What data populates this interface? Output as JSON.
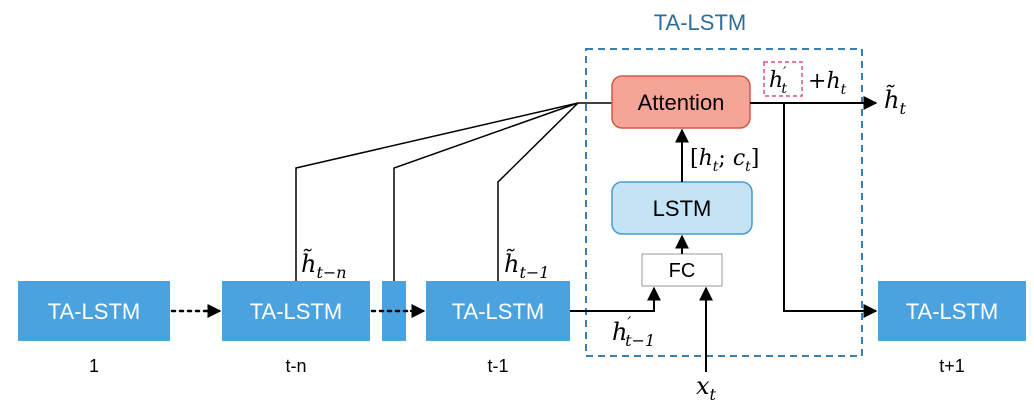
{
  "frame": {
    "title": "TA-LSTM"
  },
  "blocks": {
    "b1": {
      "label": "TA-LSTM",
      "step": "1"
    },
    "btn": {
      "label": "TA-LSTM",
      "step": "t-n"
    },
    "bt1": {
      "label": "TA-LSTM",
      "step": "t-1"
    },
    "btp1": {
      "label": "TA-LSTM",
      "step": "t+1"
    }
  },
  "inner": {
    "attention": "Attention",
    "lstm": "LSTM",
    "fc": "FC"
  },
  "math": {
    "h_tilde_tn": {
      "base": "h̃",
      "sub": "t−n"
    },
    "h_tilde_t1": {
      "base": "h̃",
      "sub": "t−1"
    },
    "h_prime_t1": {
      "base": "h",
      "sup": "′",
      "sub": "t−1"
    },
    "h_prime_t": {
      "base": "h",
      "sup": "′",
      "sub": "t"
    },
    "plus_ht": {
      "prefix": "+",
      "base": "h",
      "sub": "t"
    },
    "concat": {
      "open": "[",
      "base1": "h",
      "sub1": "t",
      "sep": "; ",
      "base2": "c",
      "sub2": "t",
      "close": "]"
    },
    "h_tilde_out": {
      "base": "h̃",
      "sub": "t"
    },
    "x_in": {
      "base": "x",
      "sub": "t"
    }
  },
  "colors": {
    "block_fill": "#4aa3df",
    "frame_border": "#3a7fb0",
    "title": "#2f6e9b",
    "attention_fill": "#f4a597",
    "attention_border": "#d05a48",
    "lstm_fill": "#c4e3f5",
    "lstm_border": "#4a9ad4",
    "highlight_border": "#e0507a",
    "line": "#000000"
  }
}
